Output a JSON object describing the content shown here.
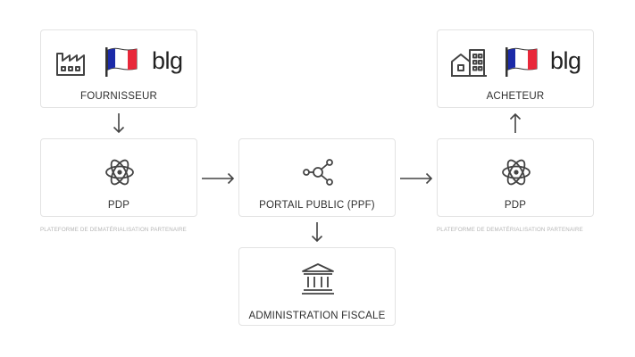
{
  "nodes": {
    "fournisseur": {
      "label": "FOURNISSEUR",
      "brand": "blg"
    },
    "acheteur": {
      "label": "ACHETEUR",
      "brand": "blg"
    },
    "pdp_left": {
      "label": "PDP",
      "caption": "PLATEFORME DE DEMATÉRIALISATION PARTENAIRE"
    },
    "pdp_right": {
      "label": "PDP",
      "caption": "PLATEFORME DE DEMATÉRIALISATION PARTENAIRE"
    },
    "portail": {
      "label": "PORTAIL PUBLIC (PPF)"
    },
    "administration": {
      "label": "ADMINISTRATION FISCALE"
    }
  },
  "colors": {
    "border": "#e3e3e3",
    "icon": "#444444",
    "flag_blue": "#1b2aa8",
    "flag_white": "#ffffff",
    "flag_red": "#e8283a",
    "caption": "#b5b5b5"
  },
  "icons": {
    "fournisseur": [
      "factory-icon",
      "france-flag-icon"
    ],
    "acheteur": [
      "buildings-icon",
      "france-flag-icon"
    ],
    "pdp": "atom-icon",
    "portail": "network-hub-icon",
    "administration": "government-building-icon"
  }
}
